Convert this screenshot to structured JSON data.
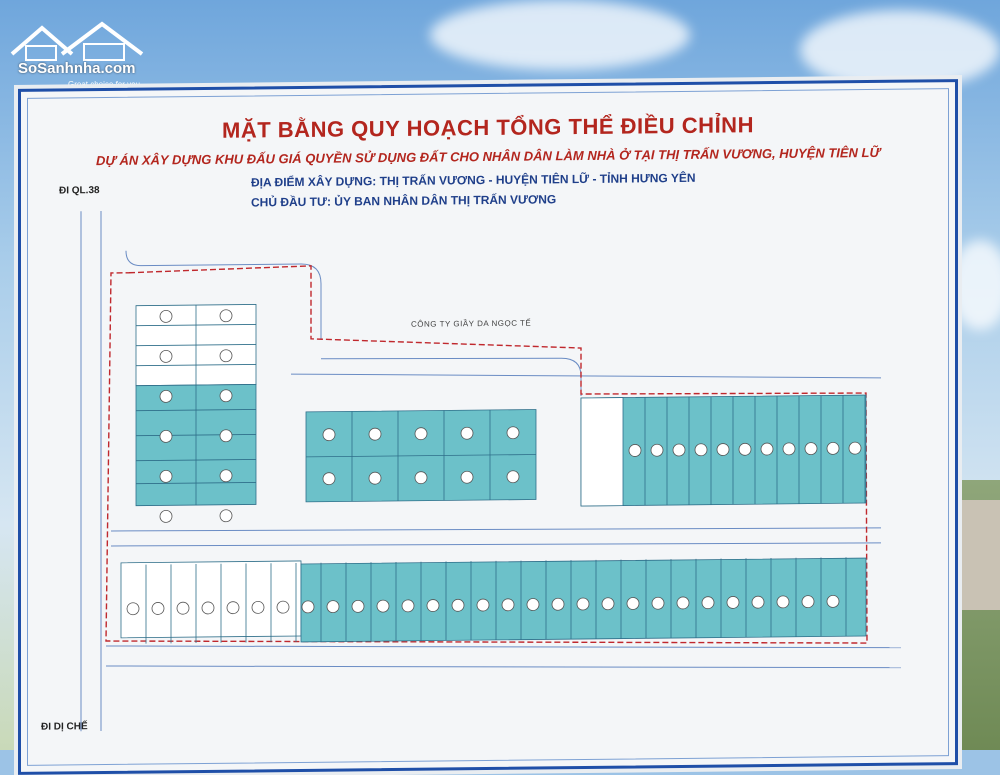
{
  "watermark": {
    "brand": "SoSanhnha.com",
    "tagline": "Great choice for you"
  },
  "board": {
    "title": "MẶT BẰNG QUY HOẠCH TỔNG THỂ ĐIỀU CHỈNH",
    "subtitle": "DỰ ÁN XÂY DỰNG KHU ĐẤU GIÁ QUYỀN SỬ DỤNG ĐẤT CHO NHÂN DÂN LÀM NHÀ Ở TẠI THỊ TRẤN VƯƠNG, HUYỆN TIÊN LỮ",
    "location": "ĐỊA ĐIỂM XÂY DỰNG: THỊ TRẤN VƯƠNG - HUYỆN TIÊN LỮ - TỈNH HƯNG YÊN",
    "investor": "CHỦ ĐẦU TƯ: ỦY BAN NHÂN DÂN THỊ TRẤN VƯƠNG",
    "company_label": "CÔNG TY GIẦY DA NGỌC TẾ",
    "road_top": "ĐI QL.38",
    "road_bottom": "ĐI DỊ CHẾ"
  },
  "colors": {
    "lot": "#6cc1c9",
    "lot_border": "#2f6f8a",
    "road_line": "#6a8cc4",
    "boundary": "#c0282d"
  }
}
